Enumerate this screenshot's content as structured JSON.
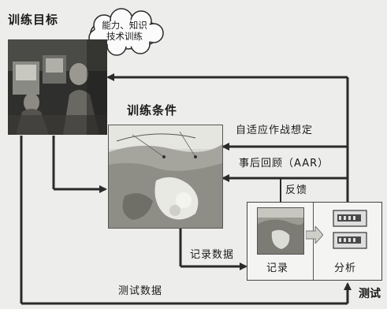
{
  "training_goal": {
    "title": "训练目标",
    "cloud_lines": [
      "能力、知识",
      "技术训练"
    ]
  },
  "training_conditions": {
    "title": "训练条件"
  },
  "flows": {
    "adaptive_scenario": "自适应作战想定",
    "aar": "事后回顾（AAR）",
    "feedback": "反馈",
    "record_data": "记录数据",
    "test_data": "测试数据"
  },
  "record_panel": {
    "record_label": "记录",
    "analysis_label": "分析"
  },
  "test_label": "测试",
  "colors": {
    "line": "#2a2a2a",
    "background": "#ededeb"
  }
}
